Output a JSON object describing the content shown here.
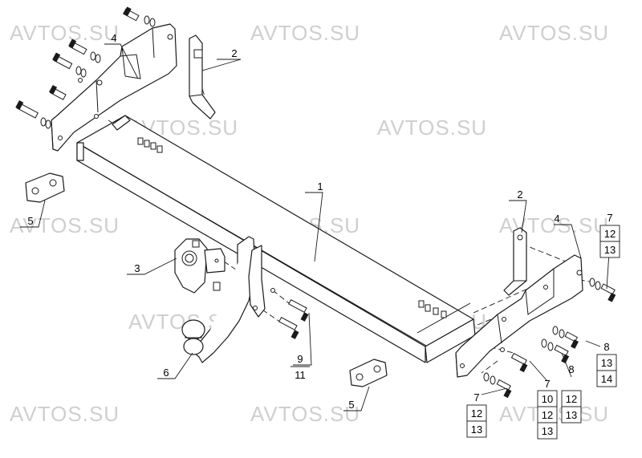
{
  "watermark": "AVTOS.SU",
  "labels": {
    "l1": "1",
    "l2a": "2",
    "l2b": "2",
    "l3": "3",
    "l4a": "4",
    "l4b": "4",
    "l5a": "5",
    "l5b": "5",
    "l6": "6"
  },
  "callout_stacks": {
    "s9": [
      "9",
      "11"
    ],
    "s7a": [
      "7",
      "12",
      "13"
    ],
    "s7b": [
      "7",
      "10",
      "12",
      "13"
    ],
    "s8a": [
      "8",
      "12",
      "13"
    ],
    "s8b": [
      "8",
      "13",
      "14"
    ],
    "s7c": [
      "7",
      "12",
      "13"
    ]
  },
  "colors": {
    "line": "#1a1a1a",
    "watermark": "#cfcfcf",
    "background": "#ffffff"
  }
}
